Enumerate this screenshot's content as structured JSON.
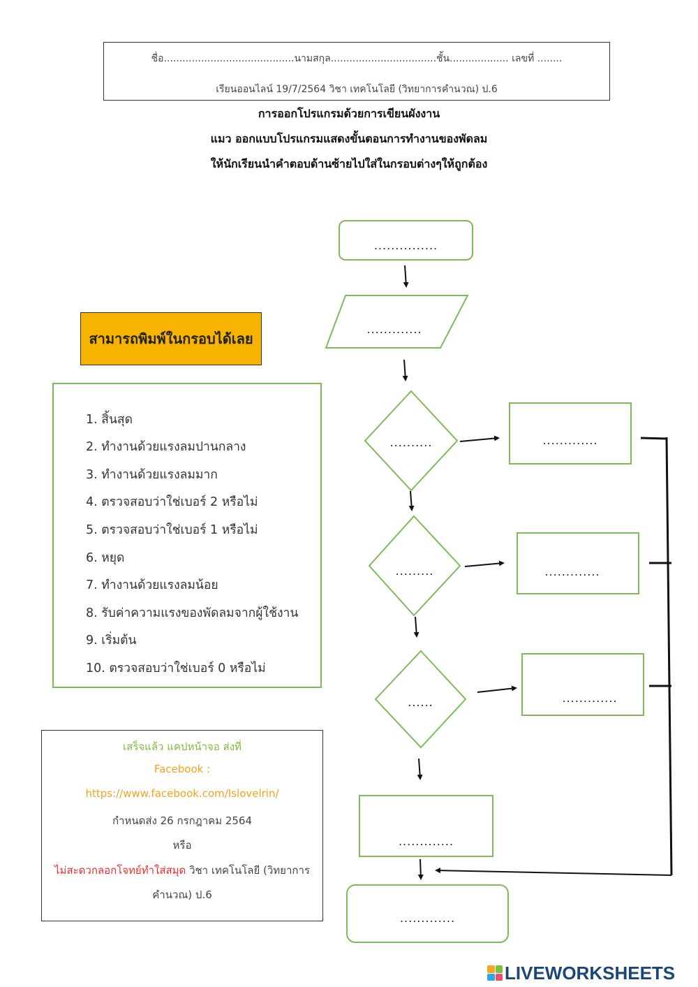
{
  "header": {
    "line1": "ชื่อ..........................................นามสกุล..................................ชั้น................... เลขที่ ........",
    "line2": "เรียนออนไลน์ 19/7/2564  วิชา เทคโนโลยี (วิทยาการคำนวณ) ป.6"
  },
  "titles": [
    "การออกโปรแกรมด้วยการเขียนผังงาน",
    "แมว ออกแบบโปรแกรมแสดงขั้นตอนการทำงานของพัดลม",
    "ให้นักเรียนนำคำตอบด้านซ้ายไปใส่ในกรอบต่างๆให้ถูกต้อง"
  ],
  "note": "สามารถพิมพ์ในกรอบได้เลย",
  "answers": [
    "1.  สิ้นสุด",
    "2. ทำงานด้วยแรงลมปานกลาง",
    "3. ทำงานด้วยแรงลมมาก",
    "4. ตรวจสอบว่าใช่เบอร์ 2 หรือไม่",
    "5. ตรวจสอบว่าใช่เบอร์ 1 หรือไม่",
    "6. หยุด",
    "7. ทำงานด้วยแรงลมน้อย",
    "8. รับค่าความแรงของพัดลมจากผู้ใช้งาน",
    "9. เริ่มต้น",
    "10. ตรวจสอบว่าใช่เบอร์ 0 หรือไม่"
  ],
  "submit": {
    "done": "เสร็จแล้ว แคปหน้าจอ ส่งที่",
    "facebook": "Facebook :",
    "url": "https://www.facebook.com/Islovelrin/",
    "deadline": "กำหนดส่ง 26 กรกฎาคม 2564",
    "or": "หรือ",
    "alt_red": "ไม่สะดวกลอกโจทย์ทำใส่สมุด",
    "alt_rest": " วิชา เทคโนโลยี (วิทยาการ",
    "alt_cont": "คำนวณ) ป.6"
  },
  "flowchart": {
    "start": "...............",
    "input": ".............",
    "decision1": "..........",
    "process1": ".............",
    "decision2": ".........",
    "process2": ".............",
    "decision3": "......",
    "process3": ".............",
    "process4": ".............",
    "end": "............."
  },
  "colors": {
    "shape_stroke": "#7dbb5a",
    "note_fill": "#f6b400",
    "brand": "#1c4678"
  },
  "brand": "LIVEWORKSHEETS"
}
